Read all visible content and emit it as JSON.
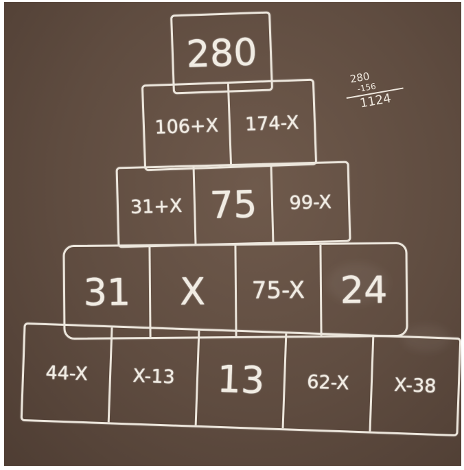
{
  "pyramid": {
    "top": [
      "280"
    ],
    "row2": [
      "106+X",
      "174-X"
    ],
    "row3": [
      "31+X",
      "75",
      "99-X"
    ],
    "row4": [
      "31",
      "X",
      "75-X",
      "24"
    ],
    "row5": [
      "44-X",
      "X-13",
      "13",
      "62-X",
      "X-38"
    ]
  },
  "side_calc": {
    "line1": "280",
    "line2": "-156",
    "line3": "1124"
  }
}
